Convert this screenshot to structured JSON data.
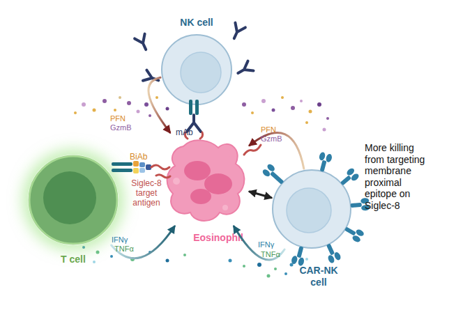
{
  "diagram": {
    "nodes": [
      {
        "text": [
          "NK cell"
        ]
      },
      {
        "text": [
          "T cell"
        ]
      },
      {
        "text": [
          "Eosinophil"
        ]
      },
      {
        "text": [
          "CAR-NK cell"
        ]
      }
    ],
    "edges": [
      {
        "from": 0,
        "to": 2,
        "arrow": "to"
      },
      {
        "from": 3,
        "to": 2,
        "arrow": "to"
      },
      {
        "from": 1,
        "to": 2,
        "arrow": "to"
      },
      {
        "from": 3,
        "to": 2,
        "arrow": "to"
      },
      {
        "from": 2,
        "to": 3,
        "arrow": "both"
      }
    ],
    "labels": [
      "mAb",
      "PFN",
      "GzmB",
      "PFN",
      "GzmB",
      "BiAb",
      "Siglec-8 target antigen",
      "IFNγ",
      "TNFα",
      "IFNγ",
      "TNFα",
      "More killing from targeting membrane proximal epitope on Siglec-8"
    ]
  }
}
